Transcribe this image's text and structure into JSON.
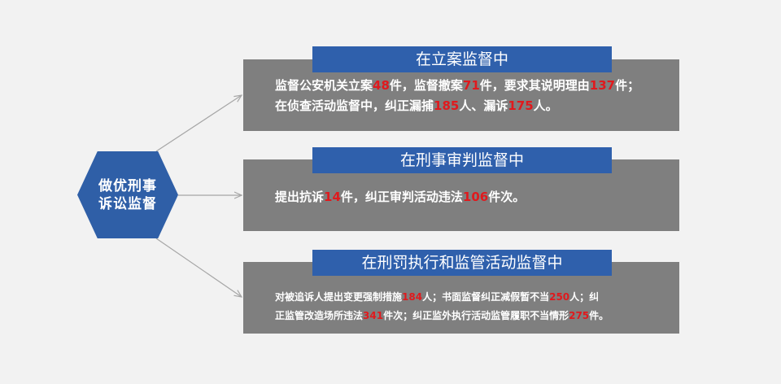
{
  "center": {
    "line1": "做优刑事",
    "line2": "诉讼监督"
  },
  "sections": [
    {
      "title": "在立案监督中",
      "lines": [
        [
          {
            "t": "监督公安机关立案"
          },
          {
            "t": "48",
            "n": true
          },
          {
            "t": "件，监督撤案"
          },
          {
            "t": "71",
            "n": true
          },
          {
            "t": "件，要求其说明理由"
          },
          {
            "t": "137",
            "n": true
          },
          {
            "t": "件；"
          }
        ],
        [
          {
            "t": "在侦查活动监督中，纠正漏捕"
          },
          {
            "t": "185",
            "n": true
          },
          {
            "t": "人、漏诉"
          },
          {
            "t": "175",
            "n": true
          },
          {
            "t": "人。"
          }
        ]
      ]
    },
    {
      "title": "在刑事审判监督中",
      "lines": [
        [
          {
            "t": "提出抗诉"
          },
          {
            "t": "14",
            "n": true
          },
          {
            "t": "件，纠正审判活动违法"
          },
          {
            "t": "106",
            "n": true
          },
          {
            "t": "件次。"
          }
        ]
      ]
    },
    {
      "title": "在刑罚执行和监管活动监督中",
      "lines": [
        [
          {
            "t": "对被追诉人提出变更强制措施"
          },
          {
            "t": "184",
            "n": true
          },
          {
            "t": "人；书面监督纠正减假暂不当"
          },
          {
            "t": "250",
            "n": true
          },
          {
            "t": "人；纠"
          }
        ],
        [
          {
            "t": "正监管改造场所违法"
          },
          {
            "t": "341",
            "n": true
          },
          {
            "t": "件次；纠正监外执行活动监管履职不当情形"
          },
          {
            "t": "275",
            "n": true
          },
          {
            "t": "件。"
          }
        ]
      ]
    }
  ]
}
